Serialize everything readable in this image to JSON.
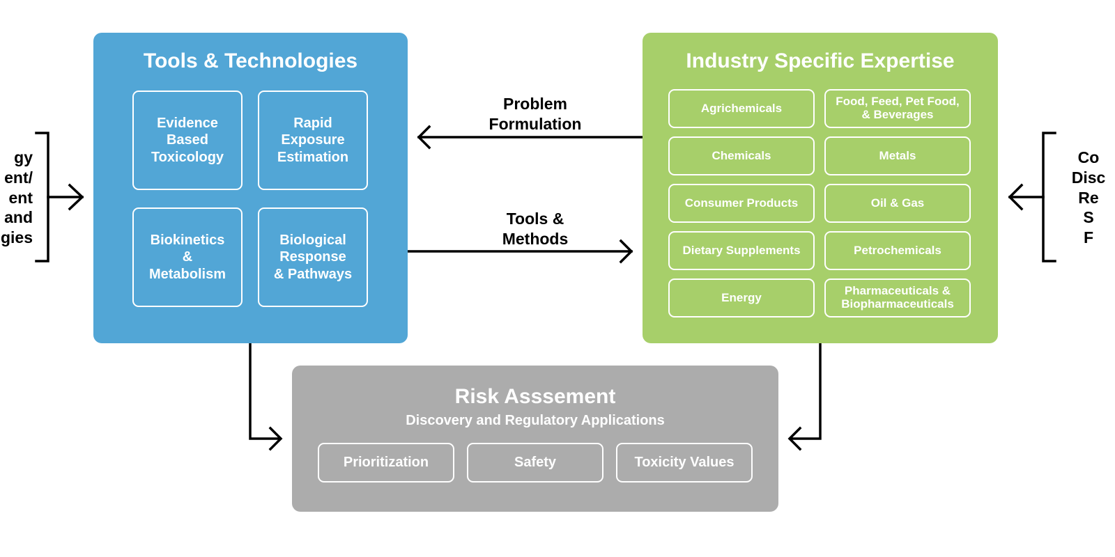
{
  "tools_panel": {
    "title": "Tools & Technologies",
    "tiles": [
      "Evidence\nBased\nToxicology",
      "Rapid\nExposure\nEstimation",
      "Biokinetics\n&\nMetabolism",
      "Biological\nResponse\n& Pathways"
    ]
  },
  "industry_panel": {
    "title": "Industry Specific Expertise",
    "tiles": [
      "Agrichemicals",
      "Food, Feed, Pet Food,\n& Beverages",
      "Chemicals",
      "Metals",
      "Consumer Products",
      "Oil & Gas",
      "Dietary Supplements",
      "Petrochemicals",
      "Energy",
      "Pharmaceuticals &\nBiopharmaceuticals"
    ]
  },
  "risk_panel": {
    "title": "Risk Asssement",
    "subtitle": "Discovery and Regulatory Applications",
    "tiles": [
      "Prioritization",
      "Safety",
      "Toxicity Values"
    ]
  },
  "arrows": {
    "problem_formulation": "Problem\nFormulation",
    "tools_methods": "Tools &\nMethods"
  },
  "left_label": "gy\nent/\nent\nand\ngies",
  "right_label": "Co\nDisc\nRe\nS\nF",
  "colors": {
    "tools": "#52a6d6",
    "industry": "#a7cf6a",
    "risk": "#acacac"
  }
}
